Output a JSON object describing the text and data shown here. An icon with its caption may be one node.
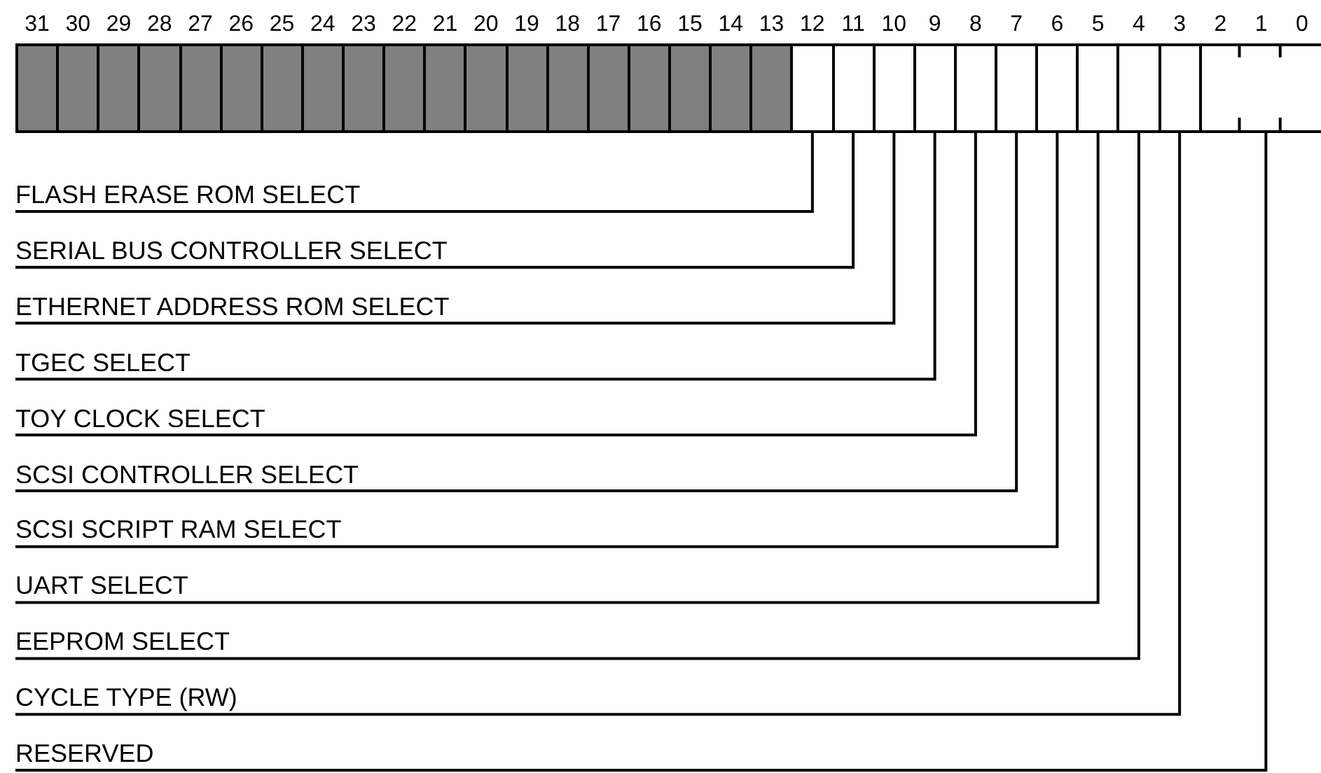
{
  "diagram": {
    "nodes": [
      {
        "text": [],
        "shape": "box"
      },
      {
        "text": [],
        "shape": "box"
      },
      {
        "text": [],
        "shape": "box"
      },
      {
        "text": [],
        "shape": "box"
      },
      {
        "text": [],
        "shape": "box"
      },
      {
        "text": [],
        "shape": "box"
      },
      {
        "text": [],
        "shape": "box"
      },
      {
        "text": [],
        "shape": "box"
      },
      {
        "text": [],
        "shape": "box"
      },
      {
        "text": [],
        "shape": "box"
      },
      {
        "text": [],
        "shape": "box"
      },
      {
        "text": [
          "FLASH ERASE ROM SELECT"
        ]
      },
      {
        "text": [
          "SERIAL BUS CONTROLLER SELECT"
        ]
      },
      {
        "text": [
          "ETHERNET ADDRESS ROM SELECT"
        ]
      },
      {
        "text": [
          "TGEC SELECT"
        ]
      },
      {
        "text": [
          "TOY CLOCK SELECT"
        ]
      },
      {
        "text": [
          "SCSI CONTROLLER SELECT"
        ]
      },
      {
        "text": [
          "SCSI SCRIPT RAM SELECT"
        ]
      },
      {
        "text": [
          "UART SELECT"
        ]
      },
      {
        "text": [
          "EEPROM SELECT"
        ]
      },
      {
        "text": [
          "CYCLE TYPE (RW)"
        ]
      },
      {
        "text": [
          "RESERVED"
        ]
      }
    ],
    "edges": [
      {
        "from": 11,
        "to": 0,
        "arrow": "none"
      },
      {
        "from": 12,
        "to": 1,
        "arrow": "none"
      },
      {
        "from": 13,
        "to": 2,
        "arrow": "none"
      },
      {
        "from": 14,
        "to": 3,
        "arrow": "none"
      },
      {
        "from": 15,
        "to": 4,
        "arrow": "none"
      },
      {
        "from": 16,
        "to": 5,
        "arrow": "none"
      },
      {
        "from": 17,
        "to": 6,
        "arrow": "none"
      },
      {
        "from": 18,
        "to": 7,
        "arrow": "none"
      },
      {
        "from": 19,
        "to": 8,
        "arrow": "none"
      },
      {
        "from": 20,
        "to": 9,
        "arrow": "none"
      },
      {
        "from": 21,
        "to": 10,
        "arrow": "none"
      }
    ],
    "labels": [
      "31",
      "30",
      "29",
      "28",
      "27",
      "26",
      "25",
      "24",
      "23",
      "22",
      "21",
      "20",
      "19",
      "18",
      "17",
      "16",
      "15",
      "14",
      "13",
      "12",
      "11",
      "10",
      "9",
      "8",
      "7",
      "6",
      "5",
      "4",
      "3",
      "2",
      "1",
      "0"
    ]
  }
}
